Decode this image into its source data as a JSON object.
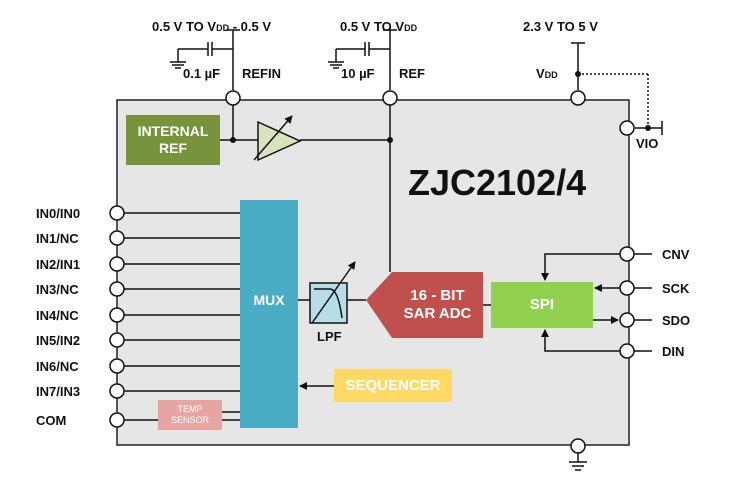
{
  "diagram": {
    "chip_name": "ZJC2102/4",
    "top_labels": {
      "refin_range_main": "0.5 V TO V",
      "refin_range_sub": "DD",
      "refin_range_tail": " - 0.5 V",
      "ref_range_main": "0.5 V TO V",
      "ref_range_sub": "DD",
      "supply_range": "2.3 V TO 5  V",
      "refin_cap": "0.1 µF",
      "ref_cap": "10 µF",
      "refin_pin": "REFIN",
      "ref_pin": "REF",
      "vdd_main": "V",
      "vdd_sub": "DD",
      "vio_pin": "VIO"
    },
    "blocks": {
      "internal_ref_line1": "INTERNAL",
      "internal_ref_line2": "REF",
      "mux": "MUX",
      "adc_line1": "16 - BIT",
      "adc_line2": "SAR ADC",
      "spi": "SPI",
      "sequencer": "SEQUENCER",
      "temp_line1": "TEMP",
      "temp_line2": "SENSOR",
      "lpf": "LPF"
    },
    "left_pins": [
      "IN0/IN0",
      "IN1/NC",
      "IN2/IN1",
      "IN3/NC",
      "IN4/NC",
      "IN5/IN2",
      "IN6/NC",
      "IN7/IN3",
      "COM"
    ],
    "right_pins": [
      "CNV",
      "SCK",
      "SDO",
      "DIN"
    ],
    "colors": {
      "chip_fill": "#e6e6e6",
      "internal_ref": "#77933c",
      "mux": "#4bacc6",
      "adc": "#c0504d",
      "spi": "#92d050",
      "sequencer": "#ffd966",
      "temp_sensor": "#e6a5a3",
      "amp_fill": "#d7e4bd",
      "lpf_fill": "#b7dee8"
    }
  }
}
